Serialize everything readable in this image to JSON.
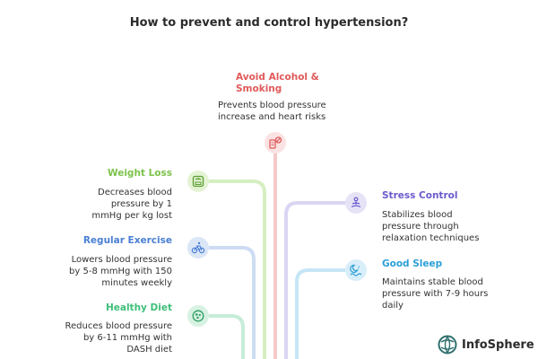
{
  "title": "How to prevent and control hypertension?",
  "colors": {
    "alcohol": "#e05a5a",
    "weight": "#7cc24a",
    "exercise": "#4a7fd4",
    "diet": "#3fbf7a",
    "stress": "#6a5acd",
    "sleep": "#2a9fd6"
  },
  "items": [
    {
      "heading": "Avoid Alcohol & Smoking",
      "desc": "Prevents blood pressure increase and heart risks",
      "icon": "no-smoking-icon"
    },
    {
      "heading": "Weight Loss",
      "desc": "Decreases blood pressure by 1 mmHg per kg lost",
      "icon": "scale-icon"
    },
    {
      "heading": "Regular Exercise",
      "desc": "Lowers blood pressure by 5-8 mmHg with 150 minutes weekly",
      "icon": "bicycle-icon"
    },
    {
      "heading": "Healthy Diet",
      "desc": "Reduces blood pressure by 6-11 mmHg with DASH diet",
      "icon": "salad-icon"
    },
    {
      "heading": "Stress Control",
      "desc": "Stabilizes blood pressure through relaxation techniques",
      "icon": "meditation-icon"
    },
    {
      "heading": "Good Sleep",
      "desc": "Maintains stable blood pressure with 7-9 hours daily",
      "icon": "sleep-icon"
    }
  ],
  "logo": {
    "text": "InfoSphere",
    "icon": "infosphere-logo-icon"
  }
}
